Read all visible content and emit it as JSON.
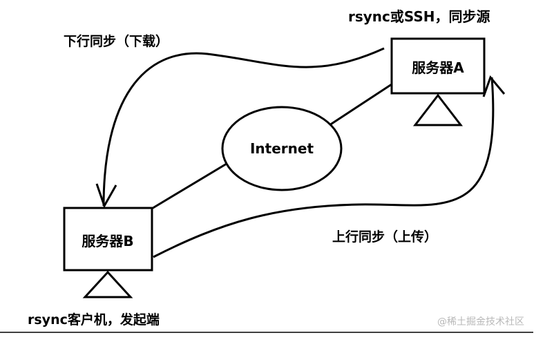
{
  "diagram": {
    "server_a": {
      "label": "服务器A"
    },
    "server_b": {
      "label": "服务器B"
    },
    "internet": {
      "label": "Internet"
    },
    "server_a_role": "rsync或SSH，同步源",
    "server_b_role": "rsync客户机，发起端",
    "download_label": "下行同步（下载）",
    "upload_label": "上行同步（上传）",
    "watermark": "@稀土掘金技术社区"
  }
}
